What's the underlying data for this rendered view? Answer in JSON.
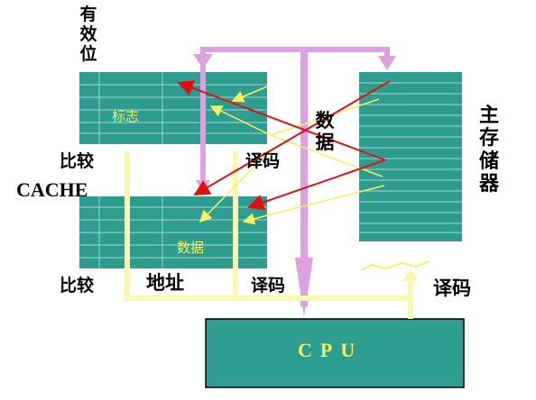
{
  "diagram": {
    "labels": {
      "valid_bit": "有效位",
      "cache": "CACHE",
      "main_memory": "主存储器",
      "compare_top": "比较",
      "compare_bottom": "比较",
      "address": "地址",
      "decode_cache_top": "译码",
      "decode_cache_bottom": "译码",
      "decode_memory": "译码",
      "data_bus": "数据",
      "tag_region": "标志",
      "data_region": "数据",
      "cpu": "CPU"
    },
    "colors": {
      "block_fill": "#2E9C8F",
      "grid_line": "#9ED8CE",
      "yellow": "#F5F060",
      "light_yellow": "#FAF8B0",
      "pink": "#DDA0E0",
      "red": "#E01010",
      "text": "#000000"
    }
  }
}
